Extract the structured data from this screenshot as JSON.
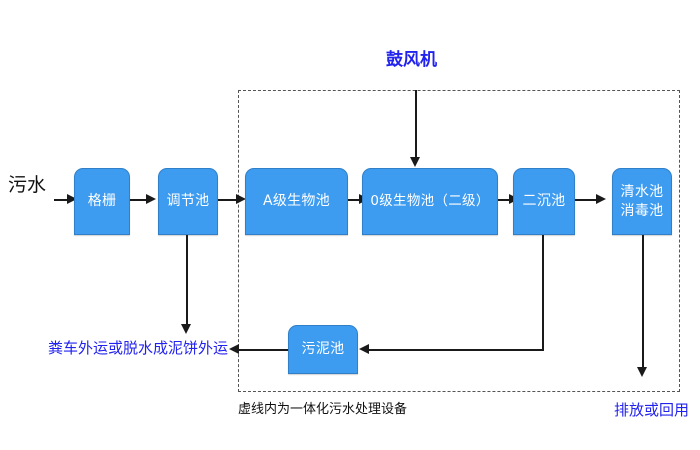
{
  "diagram": {
    "title_note": "",
    "enclosure_caption": "虚线内为一体化污水处理设备",
    "blower_label": "鼓风机",
    "inlet_label": "污水",
    "sludge_outlet_label": "粪车外运或脱水成泥饼外运",
    "effluent_label": "排放或回用",
    "colors": {
      "node_fill": "#3d9bf0",
      "node_border": "#2f7fc9",
      "node_text": "#ffffff",
      "blue_text": "#2222ee",
      "black_text": "#111111",
      "dashed_border": "#555555",
      "connector": "#1a1a1a",
      "background": "#ffffff"
    },
    "nodes": [
      {
        "id": "grid",
        "label": "格栅"
      },
      {
        "id": "equalize",
        "label": "调节池"
      },
      {
        "id": "a-stage",
        "label": "A级生物池"
      },
      {
        "id": "o-stage",
        "label": "0级生物池（二级）"
      },
      {
        "id": "clarifier",
        "label": "二沉池"
      },
      {
        "id": "clearwater",
        "label": "清水池\n消毒池"
      },
      {
        "id": "sludge",
        "label": "污泥池"
      }
    ]
  }
}
